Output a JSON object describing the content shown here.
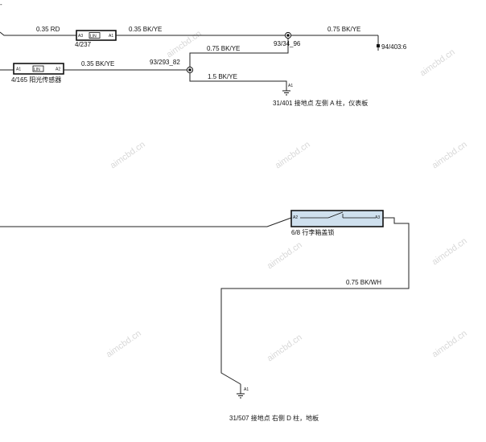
{
  "wires": {
    "top_rd": "0.35 RD",
    "a_bkye_1": "0.35 BK/YE",
    "a_bkye_2": "0.75 BK/YE",
    "b_bkye": "0.35 BK/YE",
    "c_bkye_075": "0.75 BK/YE",
    "c_bkye_15": "1.5 BK/YE",
    "bkwh": "0.75 BK/WH"
  },
  "splices": {
    "s1": "93/34_96",
    "s2": "93/293_82"
  },
  "connectors": {
    "end_right": "94/403:6"
  },
  "components": {
    "comp1": {
      "id": "4/237",
      "pin_left": "A3",
      "pin_right": "A1",
      "symbol": "LIN"
    },
    "comp2": {
      "id": "4/165 阳光传感器",
      "pin_left": "A1",
      "pin_right": "A2",
      "symbol": "LIN"
    },
    "switch": {
      "id": "6/8 行李箱盖锁",
      "pin_left": "A2",
      "pin_right": "A3"
    }
  },
  "grounds": {
    "g1": {
      "pin": "A1",
      "label": "31/401 接地点 左侧 A 柱，仪表板"
    },
    "g2": {
      "pin": "A1",
      "label": "31/507 接地点 右侧 D 柱，地板"
    }
  },
  "watermark": "aimcbd.cn",
  "colors": {
    "switch_fill": "#cfe0ee",
    "wire": "#222222"
  }
}
